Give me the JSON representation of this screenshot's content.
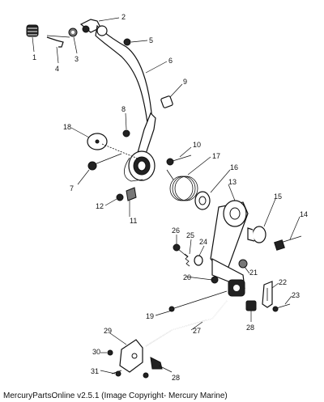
{
  "caption": "MercuryPartsOnline v2.5.1 (Image Copyright- Mercury Marine)",
  "callouts": [
    "1",
    "2",
    "3",
    "4",
    "5",
    "6",
    "7",
    "8",
    "9",
    "10",
    "11",
    "12",
    "13",
    "14",
    "15",
    "16",
    "17",
    "18",
    "19",
    "20",
    "21",
    "22",
    "23",
    "24",
    "25",
    "26",
    "27",
    "28",
    "28",
    "29",
    "30",
    "31"
  ]
}
